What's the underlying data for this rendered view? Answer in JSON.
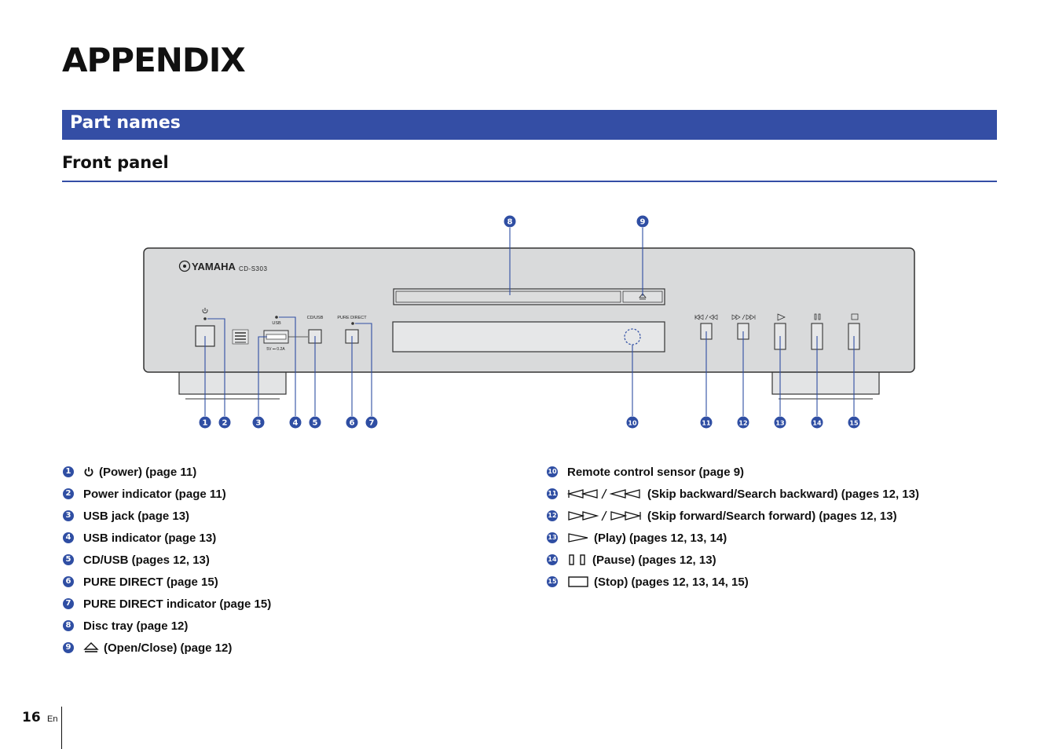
{
  "page": {
    "title": "APPENDIX",
    "section": "Part names",
    "subsection": "Front panel",
    "page_number": "16",
    "language": "En"
  },
  "device": {
    "brand": "YAMAHA",
    "model": "CD-S303",
    "labels": {
      "usb": "USB",
      "usb_rating": "5V ⎓ 0.2A",
      "cd_usb": "CD/USB",
      "pure_direct": "PURE DIRECT"
    },
    "callouts": [
      "1",
      "2",
      "3",
      "4",
      "5",
      "6",
      "7",
      "8",
      "9",
      "10",
      "11",
      "12",
      "13",
      "14",
      "15"
    ]
  },
  "parts_left": [
    {
      "num": "1",
      "icon": "power-icon",
      "text": "(Power) (page 11)"
    },
    {
      "num": "2",
      "icon": "",
      "text": "Power indicator (page 11)"
    },
    {
      "num": "3",
      "icon": "",
      "text": "USB jack (page 13)"
    },
    {
      "num": "4",
      "icon": "",
      "text": "USB indicator (page 13)"
    },
    {
      "num": "5",
      "icon": "",
      "text": "CD/USB (pages 12, 13)"
    },
    {
      "num": "6",
      "icon": "",
      "text": "PURE DIRECT (page 15)"
    },
    {
      "num": "7",
      "icon": "",
      "text": "PURE DIRECT indicator (page 15)"
    },
    {
      "num": "8",
      "icon": "",
      "text": "Disc tray (page 12)"
    },
    {
      "num": "9",
      "icon": "eject-icon",
      "text": "(Open/Close) (page 12)"
    }
  ],
  "parts_right": [
    {
      "num": "10",
      "icon": "",
      "text": "Remote control sensor (page 9)"
    },
    {
      "num": "11",
      "icon": "skip-backward-icon",
      "text": "(Skip backward/Search backward) (pages 12, 13)"
    },
    {
      "num": "12",
      "icon": "skip-forward-icon",
      "text": "(Skip forward/Search forward) (pages 12, 13)"
    },
    {
      "num": "13",
      "icon": "play-icon",
      "text": "(Play) (pages 12, 13, 14)"
    },
    {
      "num": "14",
      "icon": "pause-icon",
      "text": "(Pause) (pages 12, 13)"
    },
    {
      "num": "15",
      "icon": "stop-icon",
      "text": "(Stop) (pages 12, 13, 14, 15)"
    }
  ],
  "colors": {
    "accent": "#344ea5",
    "callout": "#2f4ea3",
    "panel": "#d9dadb",
    "panel_edge": "#333333"
  }
}
